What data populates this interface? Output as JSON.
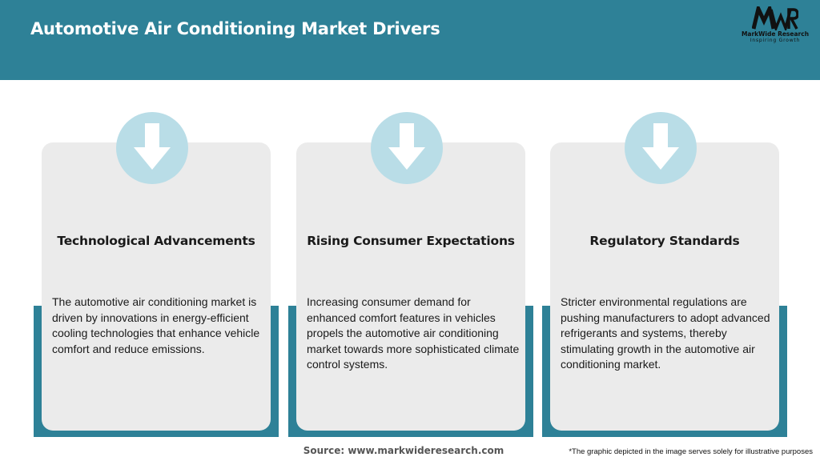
{
  "header": {
    "title": "Automotive Air Conditioning Market Drivers",
    "logo": {
      "mark": "MWR",
      "name": "MarkWide Research",
      "tagline": "Inspiring Growth"
    }
  },
  "cards": [
    {
      "title": "Technological Advancements",
      "text": "The automotive air conditioning market is driven by innovations in energy-efficient cooling technologies that enhance vehicle comfort and reduce emissions.",
      "icon": "down-arrow-icon"
    },
    {
      "title": "Rising Consumer Expectations",
      "text": "Increasing consumer demand for enhanced comfort features in vehicles propels the automotive air conditioning market towards more sophisticated climate control systems.",
      "icon": "down-arrow-icon"
    },
    {
      "title": "Regulatory Standards",
      "text": "Stricter environmental regulations are pushing manufacturers to adopt advanced refrigerants and systems, thereby stimulating growth in the automotive air conditioning market.",
      "icon": "down-arrow-icon"
    }
  ],
  "footer": {
    "source": "Source: www.markwideresearch.com",
    "disclaimer": "*The graphic depicted in the image serves solely for illustrative purposes"
  },
  "colors": {
    "primary": "#2e8197",
    "card_background": "#ebebeb",
    "circle": "#b9dde7",
    "arrow": "#ffffff"
  }
}
